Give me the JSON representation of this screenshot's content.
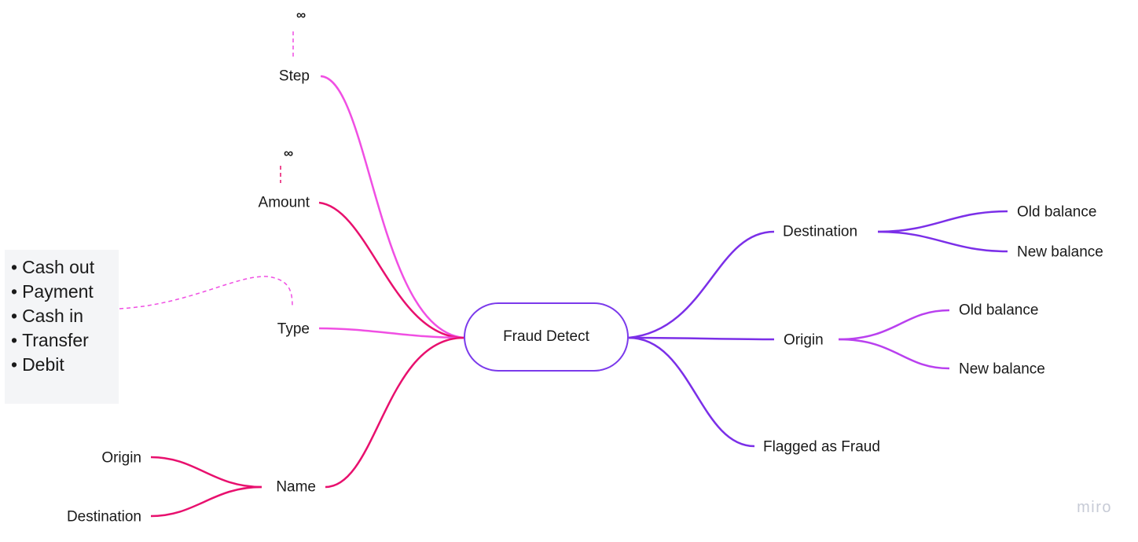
{
  "diagram": {
    "root": "Fraud Detect",
    "colors": {
      "pink": "#f04fe3",
      "magenta": "#e8106e",
      "purple": "#7b2fe8",
      "violet": "#b940ef"
    },
    "left": {
      "step": {
        "label": "Step",
        "note_symbol": "∞"
      },
      "amount": {
        "label": "Amount",
        "note_symbol": "∞"
      },
      "type": {
        "label": "Type",
        "options": [
          "Cash out",
          "Payment",
          "Cash in",
          "Transfer",
          "Debit"
        ]
      },
      "name": {
        "label": "Name",
        "children": [
          "Origin",
          "Destination"
        ]
      }
    },
    "right": {
      "destination": {
        "label": "Destination",
        "children": [
          "Old balance",
          "New balance"
        ]
      },
      "origin": {
        "label": "Origin",
        "children": [
          "Old balance",
          "New balance"
        ]
      },
      "flagged": {
        "label": "Flagged as Fraud"
      }
    }
  },
  "watermark": "miro"
}
